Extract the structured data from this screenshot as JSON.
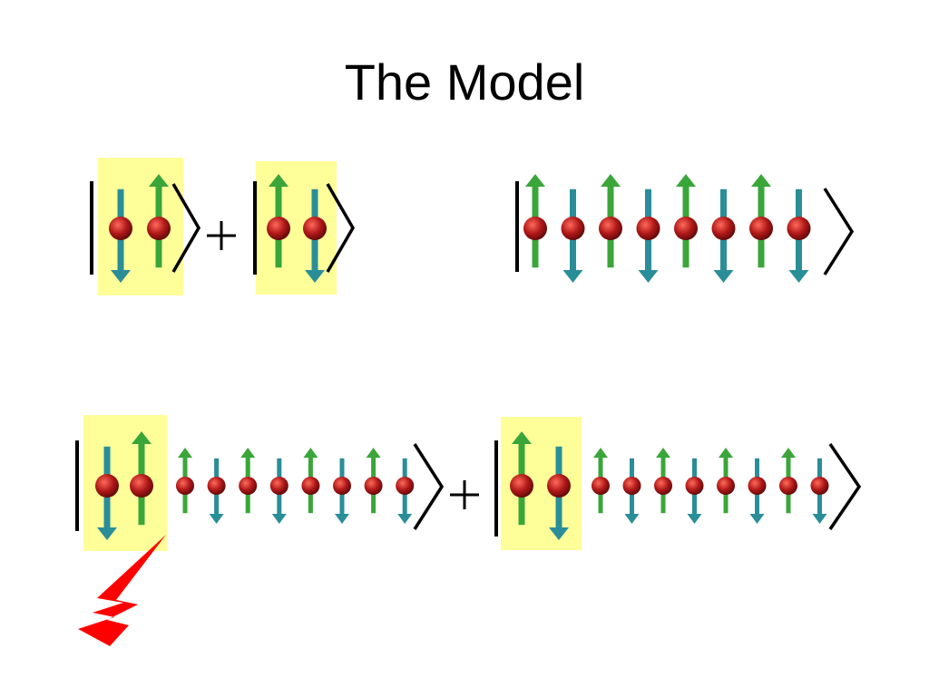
{
  "slide": {
    "title": "The Model"
  },
  "colors": {
    "highlight": "#ffff99",
    "spin_up": "#3aa63a",
    "spin_down": "#2a8e98",
    "site_ball": "#b01818",
    "bracket": "#000000",
    "excitation_bolt": "#ff0000"
  },
  "operators": {
    "plus": "+"
  },
  "states": {
    "dimer_superposition": {
      "left_ket_spins": [
        "down",
        "up"
      ],
      "right_ket_spins": [
        "up",
        "down"
      ]
    },
    "neel_chain": {
      "spins": [
        "up",
        "down",
        "up",
        "down",
        "up",
        "down",
        "up",
        "down"
      ]
    },
    "excited_chain_superposition": {
      "left_ket": {
        "dimer_spins": [
          "down",
          "up"
        ],
        "chain_spins": [
          "up",
          "down",
          "up",
          "down",
          "up",
          "down",
          "up",
          "down"
        ]
      },
      "right_ket": {
        "dimer_spins": [
          "up",
          "down"
        ],
        "chain_spins": [
          "up",
          "down",
          "up",
          "down",
          "up",
          "down",
          "up",
          "down"
        ]
      }
    }
  },
  "icons": {
    "excitation": "lightning-bolt-icon"
  }
}
